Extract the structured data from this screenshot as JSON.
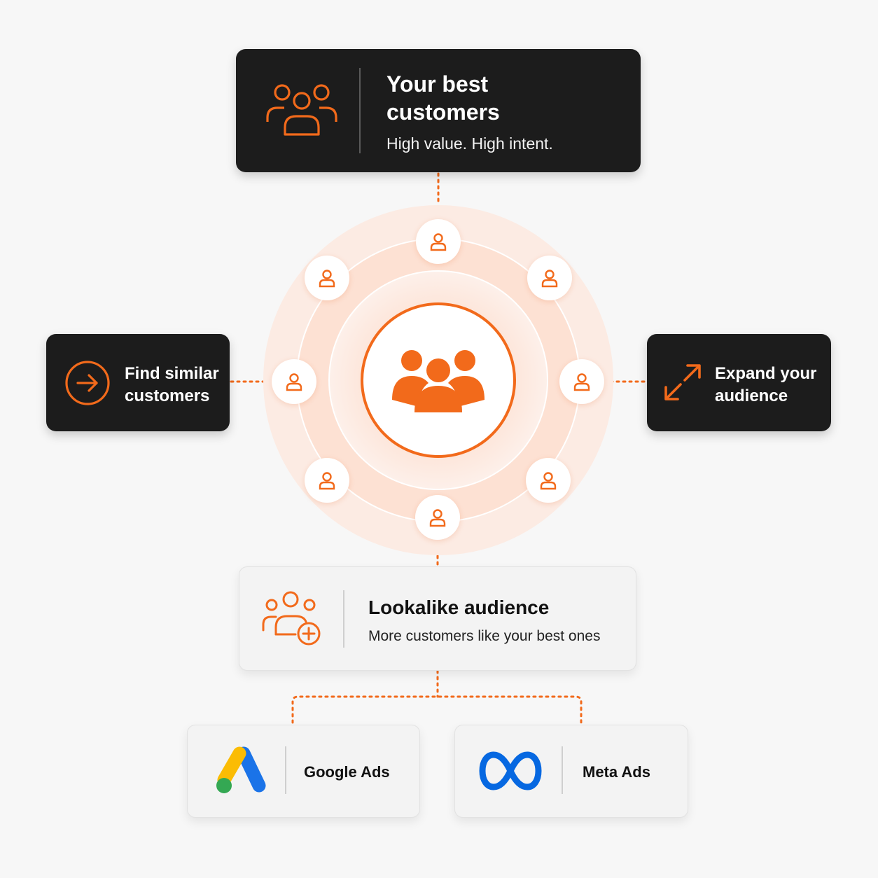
{
  "colors": {
    "accent": "#f26a1b",
    "dark_card": "#1c1c1c",
    "light_card": "#f3f3f3",
    "background": "#f7f7f7"
  },
  "top_card": {
    "title_line1": "Your best",
    "title_line2": "customers",
    "subtitle": "High value. High intent.",
    "icon": "group-users-icon"
  },
  "left_card": {
    "line1": "Find similar",
    "line2": "customers",
    "icon": "arrow-right-circle-icon"
  },
  "right_card": {
    "line1": "Expand your",
    "line2": "audience",
    "icon": "expand-arrows-icon"
  },
  "center": {
    "icon": "group-users-filled-icon",
    "orbit_icon": "user-icon"
  },
  "lookalike_card": {
    "title": "Lookalike audience",
    "subtitle": "More customers like your best ones",
    "icon": "group-add-icon"
  },
  "platforms": [
    {
      "label": "Google Ads",
      "icon": "google-ads-logo"
    },
    {
      "label": "Meta Ads",
      "icon": "meta-logo"
    }
  ]
}
